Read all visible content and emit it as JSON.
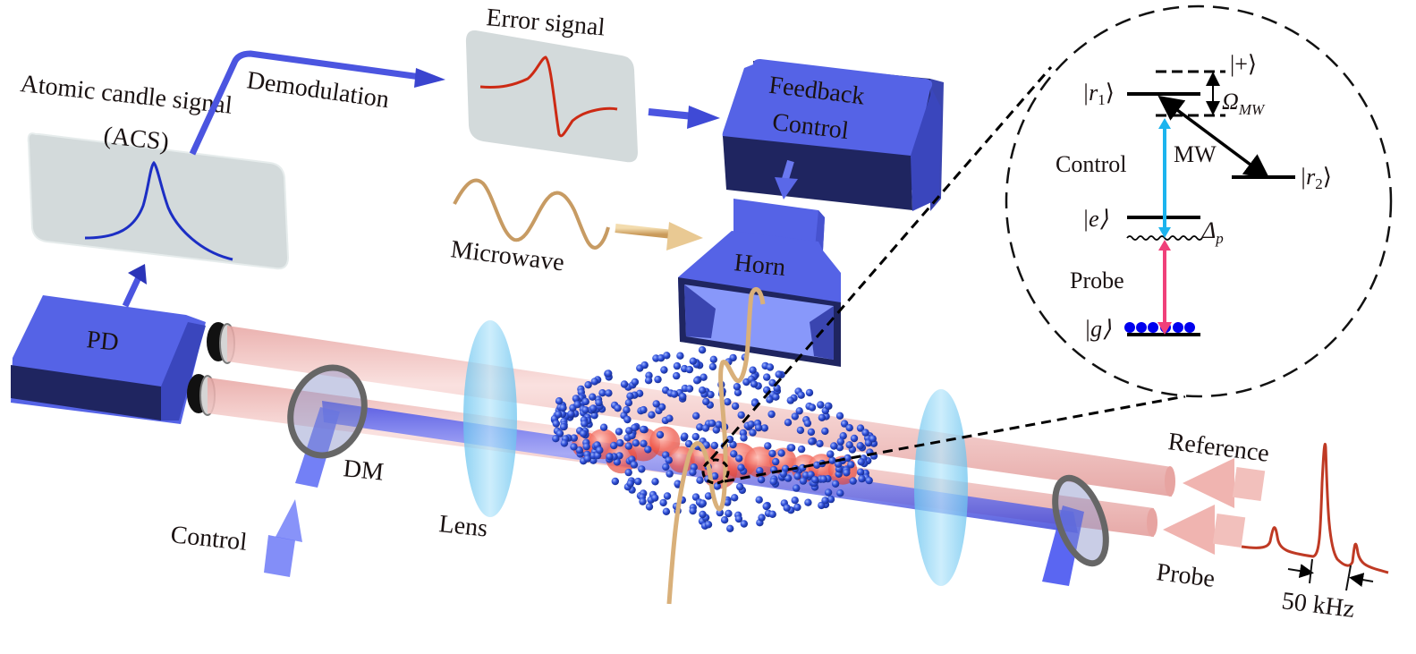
{
  "labels": {
    "acs_line1": "Atomic candle signal",
    "acs_line2": "(ACS)",
    "demodulation": "Demodulation",
    "error_signal": "Error signal",
    "feedback_line1": "Feedback",
    "feedback_line2": "Control",
    "microwave": "Microwave",
    "horn": "Horn",
    "pd": "PD",
    "dm": "DM",
    "control": "Control",
    "lens": "Lens",
    "reference": "Reference",
    "probe": "Probe",
    "spacing": "50 kHz"
  },
  "level_diagram": {
    "plus_state": "|+⟩",
    "r1_state": "|r",
    "r1_index": "1",
    "r2_state": "|r",
    "r2_index": "2",
    "e_state": "|e⟩",
    "g_state": "|g⟩",
    "close": "⟩",
    "omega": "Ω",
    "omega_sub": "MW",
    "delta": "Δ",
    "delta_sub": "p",
    "control_label": "Control",
    "mw_label": "MW",
    "probe_label": "Probe"
  },
  "colors": {
    "device_blue": "#5563e6",
    "device_dark": "#1f2560",
    "probe_beam": "#f2b8b5",
    "control_beam": "#4a55f0",
    "lens": "#8fd4f5",
    "screen": "#d3dadb",
    "microwave": "#d9b07a",
    "control_arrow": "#1cb4ee",
    "probe_arrow": "#f0407a",
    "atom": "#2f4fd8",
    "rydberg_atom": "#f06a5a",
    "signal_red": "#cc2a14"
  }
}
